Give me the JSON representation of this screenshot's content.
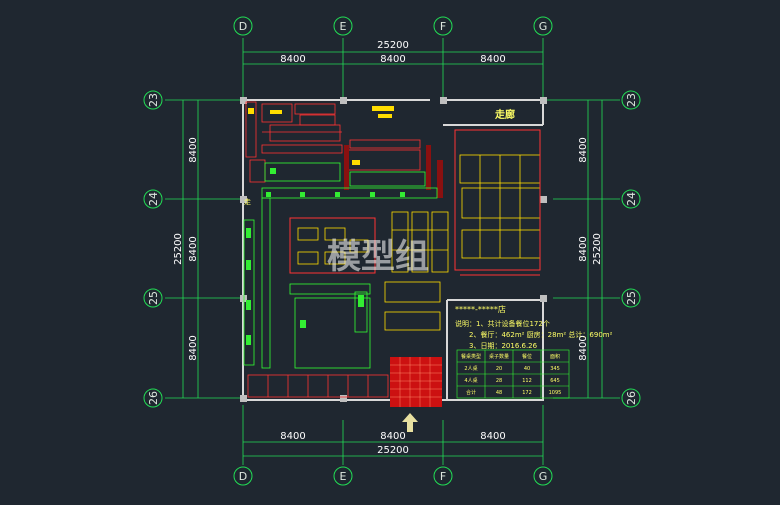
{
  "grid": {
    "col_labels": [
      "D",
      "E",
      "F",
      "G"
    ],
    "row_labels": [
      "23",
      "24",
      "25",
      "26"
    ]
  },
  "dims": {
    "total": "25200",
    "spans": [
      "8400",
      "8400",
      "8400"
    ]
  },
  "watermark": "模型组",
  "corridor_label": "走廊",
  "stair_label": "走",
  "notes": {
    "title": "*****-*****店",
    "line1": "说明：1、共计设备餐位172个",
    "line2": "2、餐厅：462m² 厨房：28m² 总计：690m²",
    "line3": "3、日期：2016.6.26"
  },
  "table": {
    "headers": [
      "餐桌类型",
      "桌子数量",
      "餐位",
      "面积"
    ],
    "rows": [
      [
        "2人桌",
        "20",
        "40",
        "345"
      ],
      [
        "4人桌",
        "28",
        "112",
        "645"
      ],
      [
        "合计",
        "48",
        "172",
        "1095"
      ]
    ]
  },
  "colors": {
    "background": "#1f2730",
    "dimension_lines": "#22dd55",
    "walls": "#ffffff",
    "furniture": "#ff3333",
    "equipment": "#33ff33",
    "text": "#ffff66"
  }
}
